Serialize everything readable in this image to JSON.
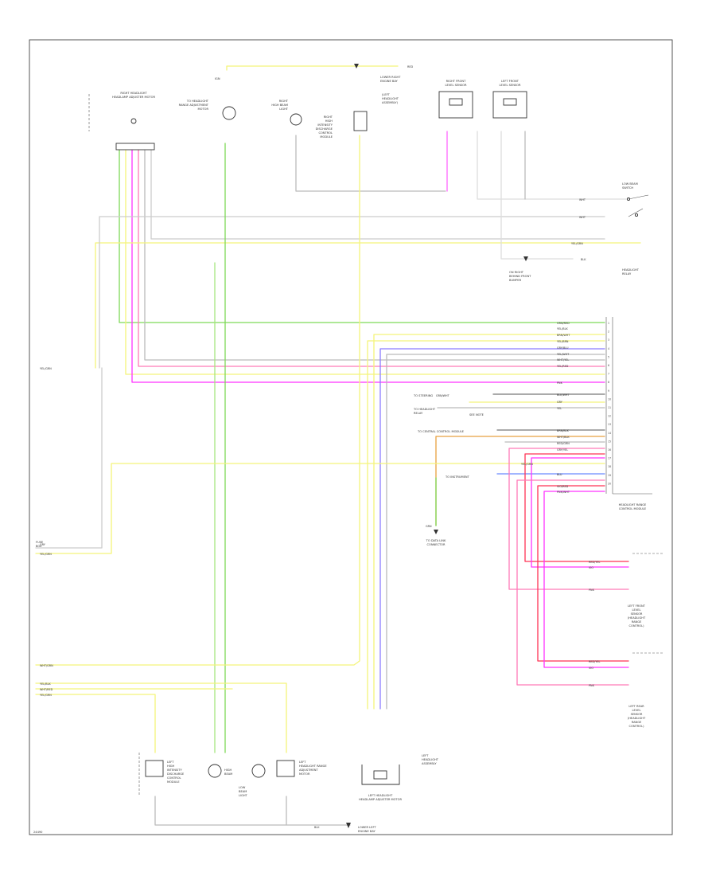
{
  "diagram": {
    "components": {
      "right_headlight_label": [
        "RIGHT HEADLIGHT",
        "HEADLAMP ADJUSTER MOTOR"
      ],
      "right_headlight_sub": "",
      "right_fog_motor": [
        "TO HEADLIGHT",
        "RANGE ADJUSTMENT",
        "MOTOR"
      ],
      "right_low_beam": [
        "RIGHT",
        "HIGH BEAM",
        "LIGHT"
      ],
      "right_xenon": [
        "RIGHT",
        "HIGH",
        "INTENSITY",
        "DISCHARGE",
        "CONTROL",
        "MODULE"
      ],
      "right_xenon_note": [
        "(LEFT",
        "HEADLIGHT",
        "ASSEMBLY)"
      ],
      "right_front_sensor": [
        "RIGHT FRONT",
        "LEVEL SENSOR"
      ],
      "left_front_sensor": [
        "LEFT FRONT",
        "LEVEL SENSOR"
      ],
      "low_beam_switch": [
        "LOW BEAM",
        "SWITCH"
      ],
      "headlight_relay": [
        "HEADLIGHT",
        "RELAY"
      ],
      "headlight_range_control_module": [
        "HEADLIGHT RANGE",
        "CONTROL MODULE"
      ],
      "to_data_link": [
        "TO DATA LINK",
        "CONNECTOR"
      ],
      "lf_sensor": [
        "LEFT FRONT",
        "LEVEL",
        "SENSOR",
        "(HEADLIGHT",
        "RANGE",
        "CONTROL)"
      ],
      "lr_sensor": [
        "LEFT REAR",
        "LEVEL",
        "SENSOR",
        "(HEADLIGHT",
        "RANGE",
        "CONTROL)"
      ],
      "left_headlight_assembly": [
        "LEFT HEADLIGHT",
        "HEADLAMP ADJUSTER MOTOR"
      ],
      "left_hid": [
        "LEFT",
        "HIGH",
        "INTENSITY",
        "DISCHARGE",
        "CONTROL",
        "MODULE"
      ],
      "left_range_motor": [
        "LEFT",
        "HEADLIGHT RANGE",
        "ADJUSTMENT",
        "MOTOR"
      ],
      "left_low": [
        "HIGH",
        "BEAM"
      ],
      "left_high": [
        "LOW",
        "BEAM",
        "LIGHT"
      ],
      "lhd_note": [
        "LEFT",
        "HEADLIGHT",
        "ASSEMBLY"
      ],
      "ground_bottom": [
        "LOWER LEFT",
        "ENGINE BAY"
      ],
      "ground_top": [
        "LOWER RIGHT",
        "ENGINE BAY"
      ],
      "ground_mid": [
        "ON RIGHT",
        "BEHIND FRONT",
        "BUMPER"
      ],
      "fuse_ref": [
        "TO HEADLIGHT",
        "RELAY"
      ],
      "to_steering": "TO STEERING",
      "to_center": "TO CENTRAL CONTROL MODULE",
      "to_instr": "TO INSTRUMENT",
      "fuse_box": [
        "FUSE",
        "BOX"
      ],
      "ign": "IGN",
      "see_note": "SEE NOTE",
      "footer": "24490"
    },
    "wire_labels": {
      "yel_grn": "YEL/GRN",
      "red": "RED",
      "yel_blk": "YEL/BLK",
      "grn_red": "GRN/RED",
      "wht": "WHT",
      "blk": "BLK",
      "vio": "VIO",
      "brn": "BRN",
      "pnk": "PNK",
      "gry": "GRY",
      "gry_red": "GRY/RED",
      "brn_wht": "BRN/WHT",
      "red_grn": "RED/GRN",
      "blk_wht": "BLK/WHT",
      "grn": "GRN",
      "yel": "YEL",
      "wht_grn": "WHT/GRN",
      "blk_yel": "BLK/YEL",
      "yel_red": "YEL/RED",
      "brn_blk": "BRN/BLK",
      "wht_yel": "WHT/YEL",
      "yel_wht": "YEL/WHT",
      "yel_brn": "YEL/BRN",
      "wht_blk": "WHT/BLK",
      "red_yel": "RED/YEL",
      "gry_blu": "GRY/BLU",
      "blu": "BLU",
      "grn_wht": "GRN/WHT",
      "wht_red": "WHT/RED",
      "gry_yel": "GRY/YEL",
      "pnk_wht": "PNK/WHT",
      "vio_red": "VIO/RED"
    },
    "pins": [
      "1",
      "2",
      "3",
      "4",
      "5",
      "6",
      "7",
      "8",
      "9",
      "10",
      "11",
      "12",
      "13",
      "14",
      "15",
      "16",
      "17",
      "18",
      "19",
      "20"
    ],
    "colors": {
      "yellow": "#f4f47a",
      "green": "#7ed957",
      "magenta": "#ff33ff",
      "pink": "#ff7ab8",
      "violet": "#8c7cff",
      "orange": "#e7a040",
      "gray": "#aaaaaa",
      "red": "#ff3355",
      "black": "#444444",
      "brown": "#b88a3a",
      "blue": "#6a8aff"
    }
  }
}
